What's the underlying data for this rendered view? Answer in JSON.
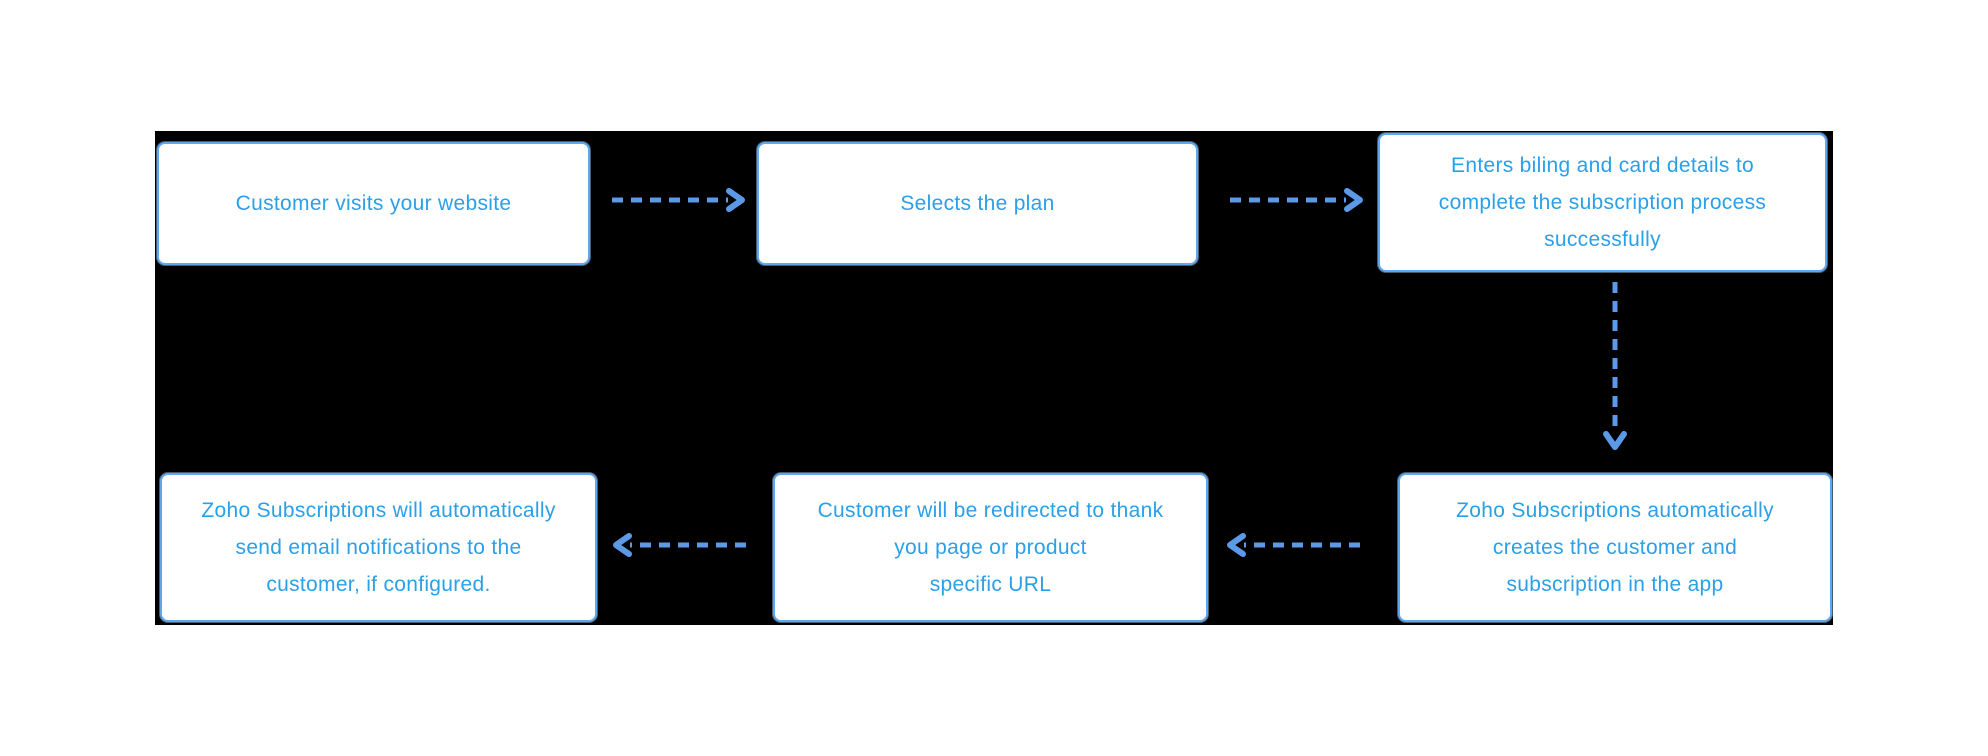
{
  "colors": {
    "background": "#000000",
    "page_background": "#ffffff",
    "box_fill": "#ffffff",
    "box_border": "#5ea7f1",
    "box_text": "#2aa0e8",
    "arrow": "#5c99e6"
  },
  "steps": [
    {
      "id": 1,
      "text": "Customer visits your website"
    },
    {
      "id": 2,
      "text": "Selects the plan"
    },
    {
      "id": 3,
      "text": "Enters biling and card details to\ncomplete the subscription process\nsuccessfully"
    },
    {
      "id": 4,
      "text": "Zoho Subscriptions automatically\ncreates the customer and\nsubscription in the app"
    },
    {
      "id": 5,
      "text": "Customer will be redirected to thank\nyou page or product\nspecific URL"
    },
    {
      "id": 6,
      "text": "Zoho Subscriptions will automatically\nsend email notifications to the\ncustomer, if configured."
    }
  ],
  "connections": [
    {
      "from": 1,
      "to": 2,
      "direction": "right",
      "style": "dashed"
    },
    {
      "from": 2,
      "to": 3,
      "direction": "right",
      "style": "dashed"
    },
    {
      "from": 3,
      "to": 4,
      "direction": "down",
      "style": "dashed"
    },
    {
      "from": 4,
      "to": 5,
      "direction": "left",
      "style": "dashed"
    },
    {
      "from": 5,
      "to": 6,
      "direction": "left",
      "style": "dashed"
    }
  ]
}
